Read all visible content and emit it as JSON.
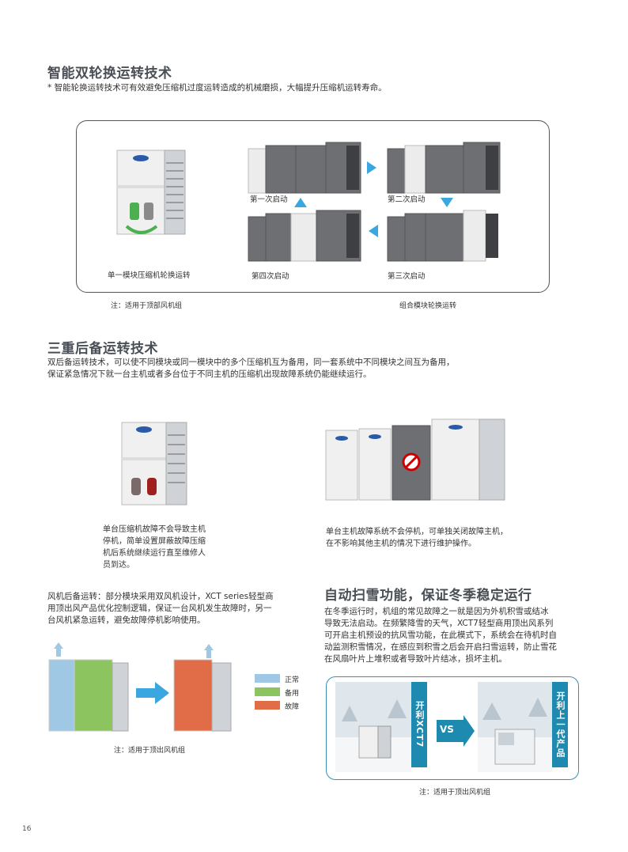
{
  "section1": {
    "title": "智能双轮换运转技术",
    "desc": "* 智能轮换运转技术可有效避免压缩机过度运转造成的机械磨损，大幅提升压缩机运转寿命。",
    "single_label": "单一模块压缩机轮换运转",
    "step1": "第一次启动",
    "step2": "第二次启动",
    "step3": "第三次启动",
    "step4": "第四次启动",
    "note_left": "注：适用于顶部风机组",
    "note_right": "组合模块轮换运转"
  },
  "section2": {
    "title": "三重后备运转技术",
    "desc_line1": "双后备运转技术，可以使不同模块或同一模块中的多个压缩机互为备用，同一套系统中不同模块之间互为备用，",
    "desc_line2": "保证紧急情况下就一台主机或者多台位于不同主机的压缩机出现故障系统仍能继续运行。",
    "left_caption": [
      "单台压缩机故障不会导致主机",
      "停机，简单设置屏蔽故障压缩",
      "机后系统继续运行直至维修人",
      "员到达。"
    ],
    "right_caption": [
      "单台主机故障系统不会停机，可单独关闭故障主机，",
      "在不影响其他主机的情况下进行维护操作。"
    ]
  },
  "fan": {
    "desc": [
      "风机后备运转：部分模块采用双风机设计，XCT series轻型商",
      "用顶出风产品优化控制逻辑，保证一台风机发生故障时，另一",
      "台风机紧急运转，避免故障停机影响使用。"
    ],
    "legend": [
      {
        "label": "正常",
        "color": "#9fc8e4"
      },
      {
        "label": "备用",
        "color": "#8cc460"
      },
      {
        "label": "故障",
        "color": "#e06c48"
      }
    ],
    "note": "注：适用于顶出风机组"
  },
  "snow": {
    "title": "自动扫雪功能，保证冬季稳定运行",
    "desc": [
      "在冬季运行时，机组的常见故障之一就是因为外机积雪或结冰",
      "导致无法启动。在频繁降雪的天气，XCT7轻型商用顶出风系列",
      "可开启主机预设的抗风雪功能，在此模式下，系统会在待机时自",
      "动监测积雪情况，在感应到积雪之后会开启扫雪运转，防止雪花",
      "在风扇叶片上堆积或者导致叶片结冰，损坏主机。"
    ],
    "left_tag": "开利XCT7",
    "vs": "VS",
    "right_tag": "开利上一代产品",
    "note": "注：适用于顶出风机组"
  },
  "page_number": "16",
  "colors": {
    "accent": "#3aa7e0",
    "heading": "#4a4f56",
    "panel_border": "#3b8fb0"
  }
}
